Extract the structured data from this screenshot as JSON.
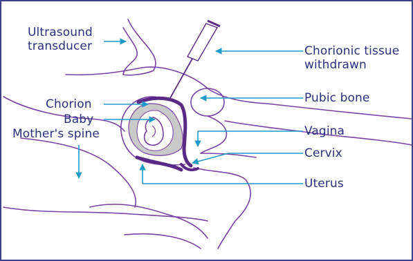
{
  "labels": {
    "ultrasound_transducer": [
      "Ultrasound",
      "transducer"
    ],
    "chorionic_tissue": [
      "Chorionic tissue",
      "withdrawn"
    ],
    "pubic_bone": "Pubic bone",
    "chorion": "Chorion",
    "baby": "Baby",
    "mothers_spine": "Mother's spine",
    "vagina": "Vagina",
    "cervix": "Cervix",
    "uterus": "Uterus"
  },
  "colors": {
    "label_text": "#2a2f7e",
    "arrow": "#1f9bc9",
    "outline": "#7b3fa6",
    "uterus_wall": "#5b2a86",
    "chorion_fill": "#c9c9c9",
    "frame": "#3a3f8f"
  }
}
